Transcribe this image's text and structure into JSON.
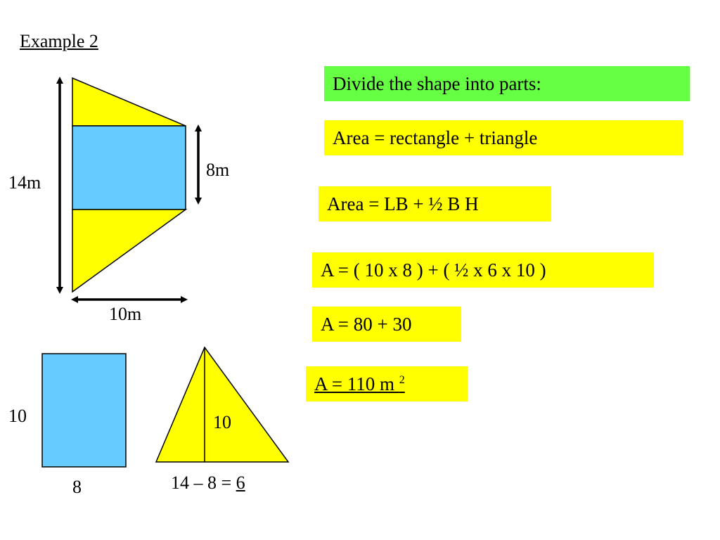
{
  "title": "Example 2",
  "diagram": {
    "height_label": "14m",
    "rect_height_label": "8m",
    "width_label": "10m"
  },
  "rectangle_part": {
    "side_label": "10",
    "bottom_label": "8"
  },
  "triangle_part": {
    "height_label": "10",
    "base_expression": "14 – 8 = ",
    "base_result": "6"
  },
  "steps": {
    "instruction": "Divide the shape into parts:",
    "step1": "Area = rectangle + triangle",
    "step2": "Area = LB + ½ B H",
    "step3": "A = ( 10 x 8 ) + ( ½ x 6 x 10 )",
    "step4": "A = 80 + 30",
    "answer": "A = 110 m ",
    "answer_exponent": "2"
  },
  "colors": {
    "yellow": "#ffff00",
    "blue": "#66ccff",
    "green": "#66ff44"
  }
}
